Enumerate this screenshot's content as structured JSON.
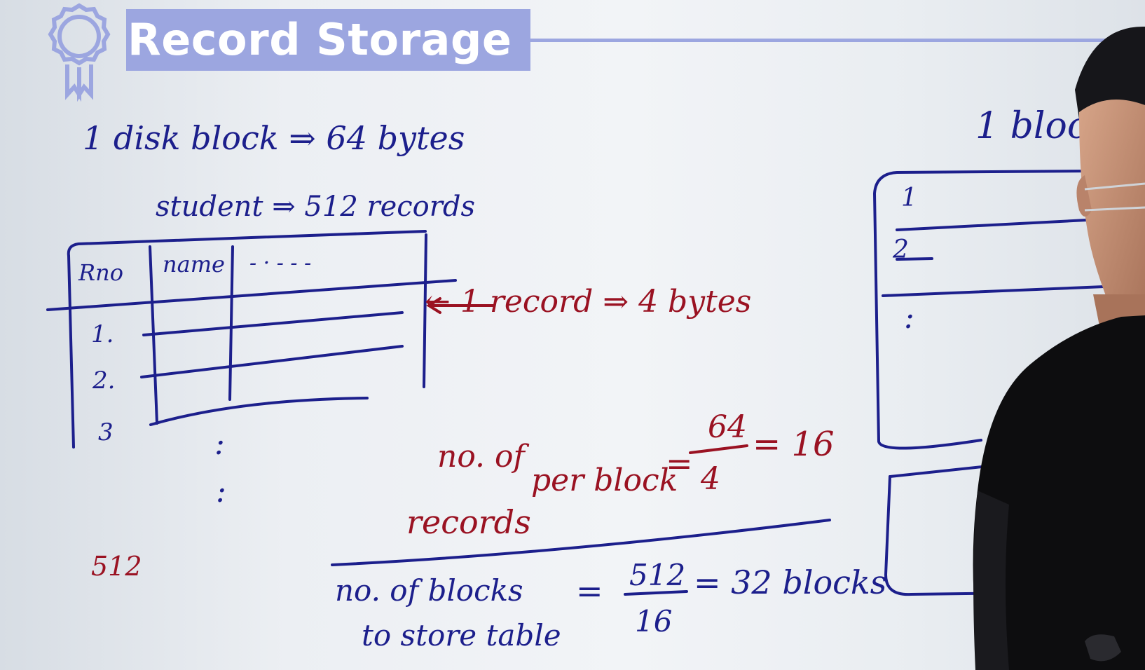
{
  "title": "Record Storage",
  "colors": {
    "title_bar": "#9ca6e0",
    "title_text": "#ffffff",
    "blue_ink": "#1c1f8c",
    "red_ink": "#9a1222",
    "board": "#eef1f4",
    "shirt": "#0d0d0f"
  },
  "icons": {
    "badge": "award-ribbon-icon"
  },
  "notes": {
    "disk_block": "1 disk block ⇒ 64 bytes",
    "student_records": "student ⇒ 512 records",
    "record_size": "← 1 record ⇒ 4 bytes",
    "right_heading": "1 bloc",
    "records_per_block_label_1": "no. of",
    "records_per_block_label_2": "records",
    "records_per_block_label_3": "per block",
    "records_per_block_eq": "=",
    "records_per_block_num": "64",
    "records_per_block_den": "4",
    "records_per_block_result": "= 16",
    "blocks_label_1": "no. of blocks",
    "blocks_label_2": "to store table",
    "blocks_eq": "=",
    "blocks_num": "512",
    "blocks_den": "16",
    "blocks_result": "= 32 blocks"
  },
  "table": {
    "headers": [
      "Rno",
      "name",
      "- · - - -"
    ],
    "rows": [
      "1.",
      "2.",
      "3"
    ],
    "dots": ":",
    "last_row": "512"
  },
  "right_block": {
    "rows": [
      "1",
      "2",
      ":"
    ]
  }
}
